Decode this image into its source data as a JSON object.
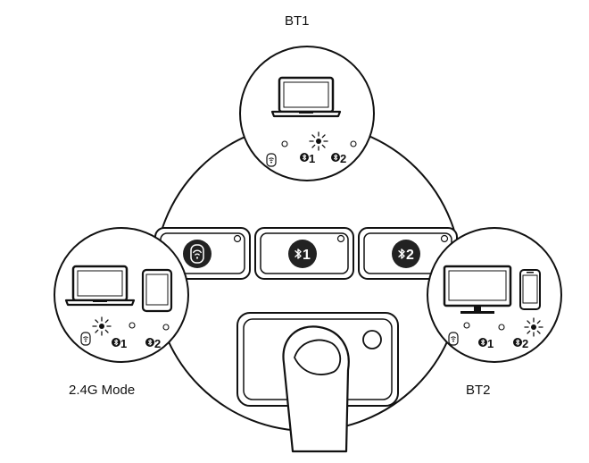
{
  "labels": {
    "bt1": "BT1",
    "bt2": "BT2",
    "mode_24g": "2.4G Mode"
  },
  "buttons": [
    {
      "id": "2.4g",
      "icon": "wireless-receiver-icon"
    },
    {
      "id": "bt1",
      "icon": "bluetooth-icon",
      "num": "1"
    },
    {
      "id": "bt2",
      "icon": "bluetooth-icon",
      "num": "2"
    }
  ],
  "indicators": {
    "num1": "1",
    "num2": "2"
  },
  "colors": {
    "stroke": "#111111",
    "fill_dark": "#222222",
    "background": "#ffffff"
  }
}
